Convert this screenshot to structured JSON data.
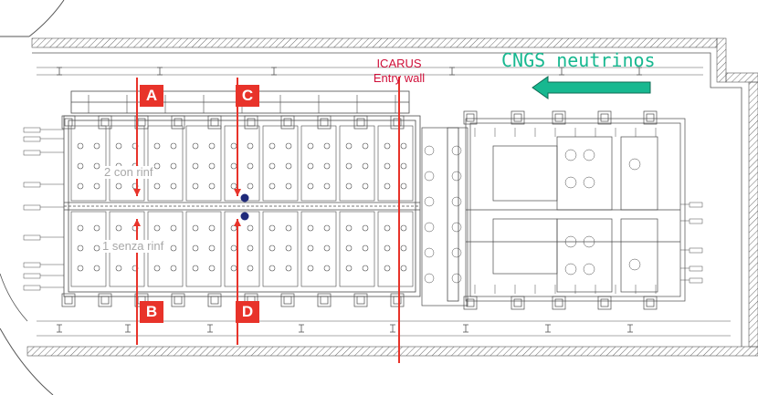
{
  "labels": {
    "A": "A",
    "B": "B",
    "C": "C",
    "D": "D"
  },
  "entry_wall": {
    "line1": "ICARUS",
    "line2": "Entry wall"
  },
  "beam": {
    "text": "CNGS neutrinos"
  },
  "floor_plan_text": {
    "upper": "2 con rinf",
    "lower": "1 senza rinf"
  },
  "colors": {
    "cut_line": "#e8332a",
    "entry_wall": "#d0103a",
    "beam": "#17b890",
    "detector_dot": "#1f2a7a",
    "drawing": "#4a4a4a"
  }
}
